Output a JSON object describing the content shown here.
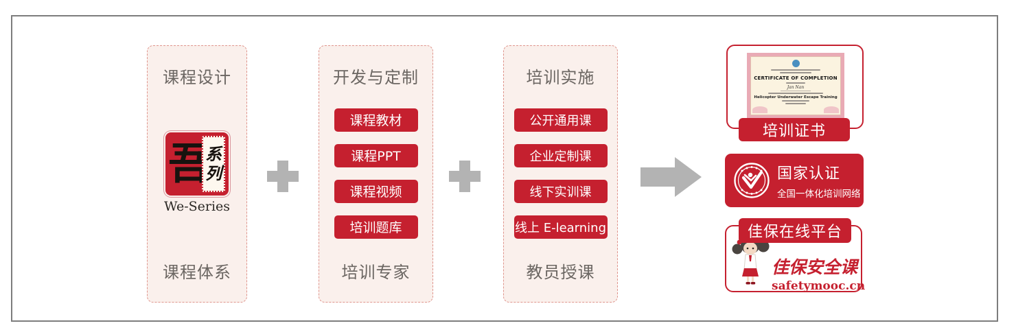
{
  "stages": [
    {
      "header": "课程设计",
      "footer": "课程体系",
      "seal": {
        "main": "吾",
        "side_top": "系",
        "side_bottom": "列",
        "caption": "We-Series"
      }
    },
    {
      "header": "开发与定制",
      "footer": "培训专家",
      "tags": [
        "课程教材",
        "课程PPT",
        "课程视频",
        "培训题库"
      ]
    },
    {
      "header": "培训实施",
      "footer": "教员授课",
      "tags": [
        "公开通用课",
        "企业定制课",
        "线下实训课",
        "线上 E-learning"
      ]
    }
  ],
  "results": {
    "certificate": {
      "label": "培训证书",
      "title": "CERTIFICATE OF COMPLETION",
      "recipient": "Jan Nan",
      "course": "Helicopter Underwater Escape Training"
    },
    "national": {
      "title": "国家认证",
      "subtitle": "全国一体化培训网络"
    },
    "platform": {
      "label": "佳保在线平台",
      "brand": "佳保安全课",
      "url": "safetymooc.cn"
    }
  },
  "colors": {
    "accent": "#c5202f",
    "panel_bg": "#faf0ec",
    "connector_gray": "#b3b3b3"
  }
}
